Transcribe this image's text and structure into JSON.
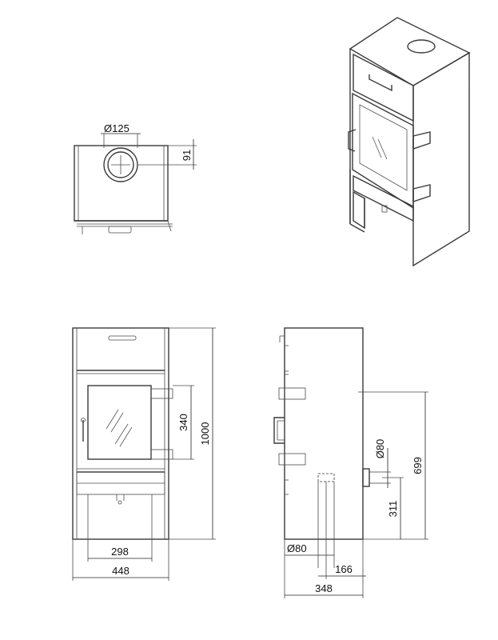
{
  "dimensions": {
    "top_flue_diameter": "Ø125",
    "top_flue_offset": "91",
    "front_door_height": "340",
    "front_total_height": "1000",
    "front_base_width": "298",
    "front_total_width": "448",
    "side_flue_diameter": "Ø80",
    "side_flue_height": "699",
    "side_inlet_height": "311",
    "side_bottom_diameter": "Ø80",
    "side_bottom_offset": "166",
    "side_total_depth": "348"
  }
}
